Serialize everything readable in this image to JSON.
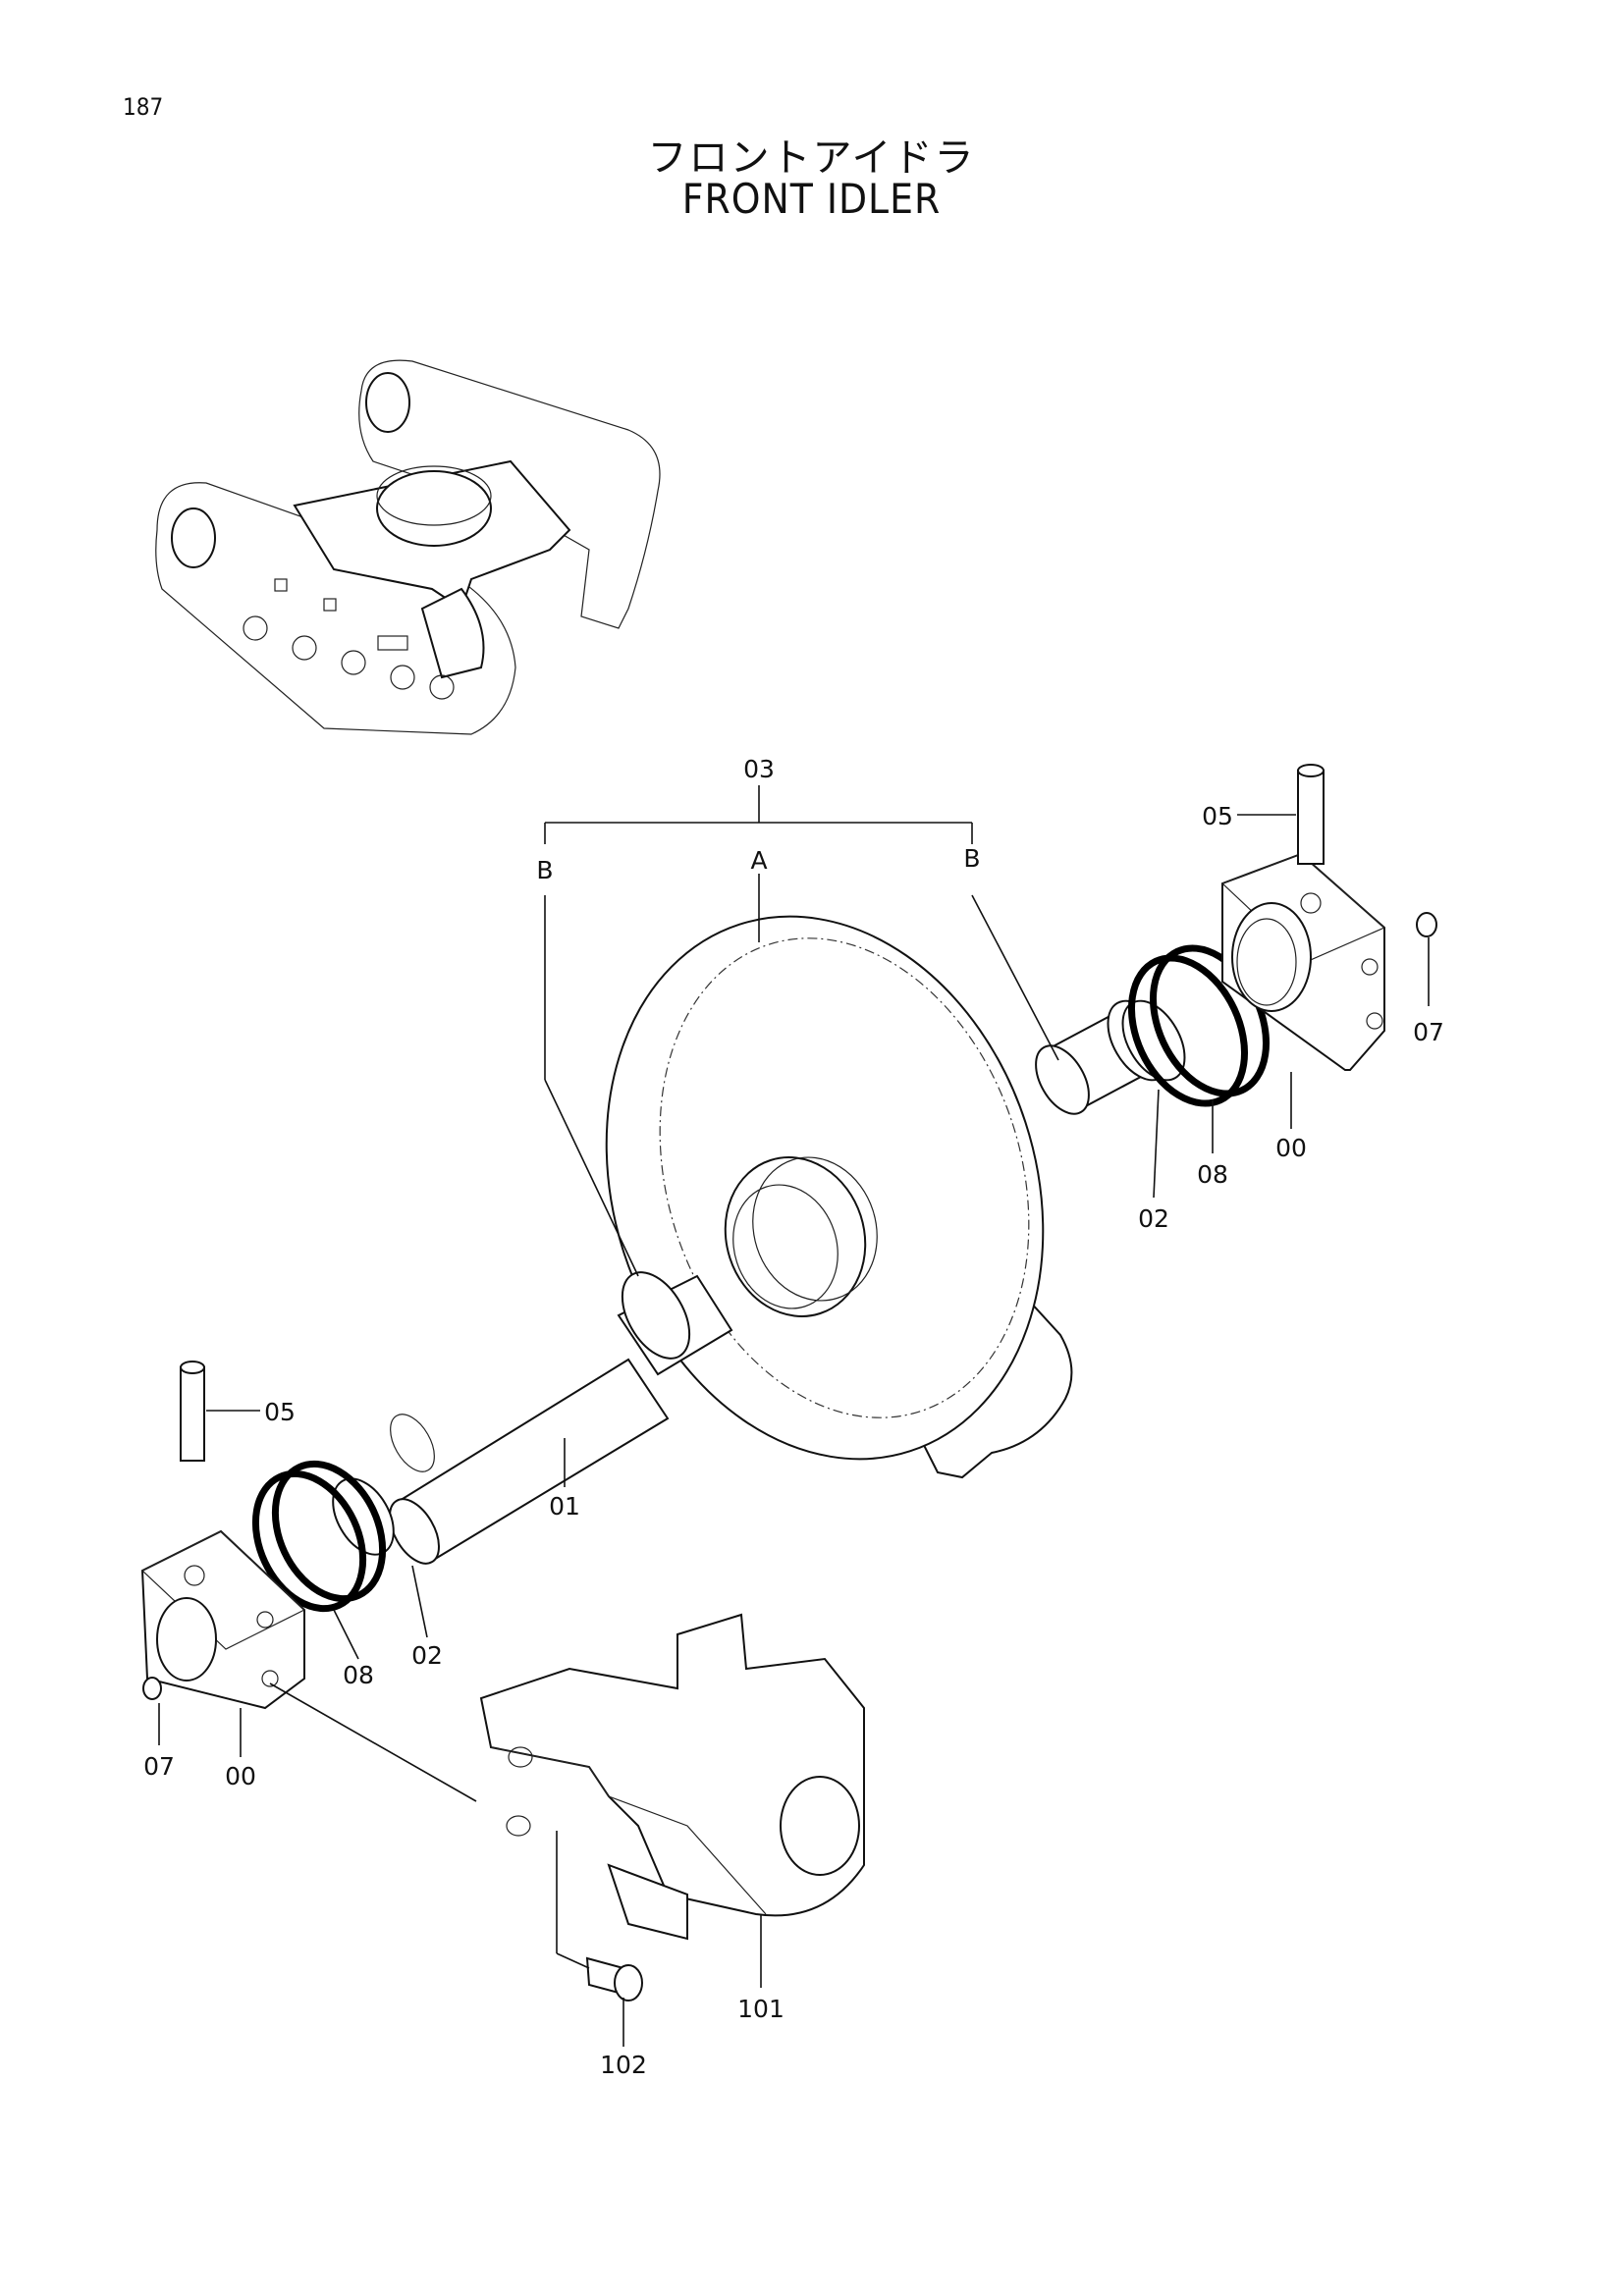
{
  "header": {
    "page_number": "187",
    "title_jp": "フロントアイドラ",
    "title_en": "FRONT IDLER"
  },
  "callouts": {
    "c03": "03",
    "cA": "A",
    "cB_left": "B",
    "cB_right": "B",
    "c05_right": "05",
    "c07_right": "07",
    "c00_right": "00",
    "c08_right": "08",
    "c02_right": "02",
    "c05_left": "05",
    "c01": "01",
    "c02_left": "02",
    "c08_left": "08",
    "c07_left": "07",
    "c00_left": "00",
    "c101": "101",
    "c102": "102"
  },
  "icons": {
    "overview": "undercarriage-overview-icon",
    "idler_wheel": "idler-wheel-icon",
    "shaft": "idler-shaft-icon",
    "bearing_block": "bearing-block-icon",
    "seal_ring": "floating-seal-icon",
    "o_ring": "o-ring-icon",
    "pin": "pin-icon",
    "plug": "plug-icon",
    "yoke": "idler-yoke-icon",
    "bolt": "bolt-icon"
  }
}
